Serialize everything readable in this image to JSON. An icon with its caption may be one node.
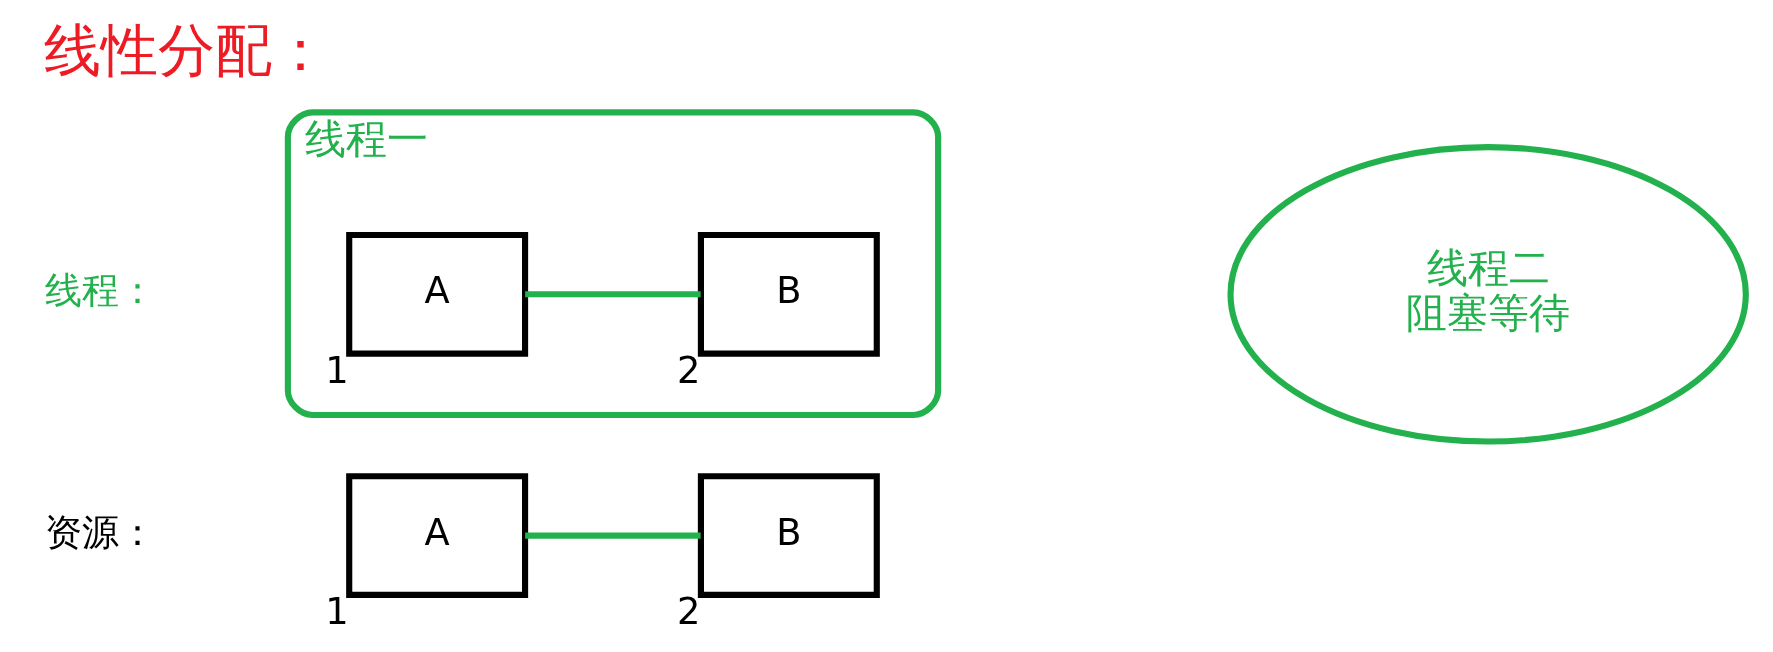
{
  "diagram": {
    "title": "线性分配：",
    "nodes": [
      {
        "text": [
          "A"
        ],
        "beside": [
          "1"
        ]
      },
      {
        "text": [
          "B"
        ],
        "beside": [
          "2"
        ]
      },
      {
        "text": [
          "线程一"
        ]
      },
      {
        "text": [
          "A"
        ],
        "beside": [
          "1"
        ],
        "in": 2
      },
      {
        "text": [
          "B"
        ],
        "beside": [
          "2"
        ],
        "in": 2
      },
      {
        "text": [
          "线程二",
          "阻塞等待"
        ]
      }
    ],
    "edges": [
      {
        "from": 0,
        "to": 1,
        "arrow": "none"
      },
      {
        "from": 3,
        "to": 4,
        "arrow": "none"
      }
    ],
    "labels": [
      "资源：",
      "线程："
    ]
  }
}
